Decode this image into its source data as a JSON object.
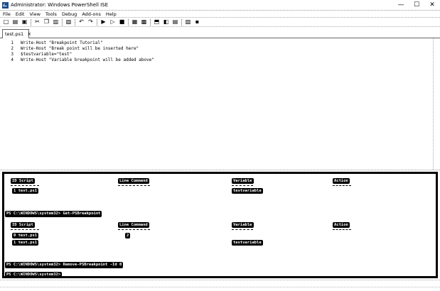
{
  "window": {
    "title": "Administrator: Windows PowerShell ISE",
    "minimize": "—",
    "maximize": "☐",
    "close": "✕"
  },
  "menu": [
    "File",
    "Edit",
    "View",
    "Tools",
    "Debug",
    "Add-ons",
    "Help"
  ],
  "tab": {
    "label": "test.ps1",
    "close": "×"
  },
  "editor": {
    "lines": [
      {
        "n": "1",
        "text": "Write-Host \"Breakpoint Tutorial\""
      },
      {
        "n": "2",
        "text": "Write-Host \"Break point will be inserted here\""
      },
      {
        "n": "3",
        "text": "$testvariable=\"test\""
      },
      {
        "n": "4",
        "text": "Write-Host \"Variable breakpoint will be added above\""
      }
    ]
  },
  "console": {
    "table1": {
      "headers": [
        "ID Script",
        "Line Command",
        "Variable",
        "Action"
      ],
      "row": {
        "id_script": "1 test.ps1",
        "variable": "testvariable"
      }
    },
    "prompt1": "PS C:\\WINDOWS\\system32> Get-PSBreakpoint",
    "table2": {
      "headers": [
        "ID Script",
        "Line Command",
        "Variable",
        "Action"
      ],
      "rows": [
        {
          "id_script": "0 test.ps1",
          "line": "2",
          "variable": ""
        },
        {
          "id_script": "1 test.ps1",
          "line": "",
          "variable": "testvariable"
        }
      ]
    },
    "prompt2": "PS C:\\WINDOWS\\system32> Remove-PSBreakpoint -Id 0",
    "prompt3": "PS C:\\WINDOWS\\system32>"
  }
}
